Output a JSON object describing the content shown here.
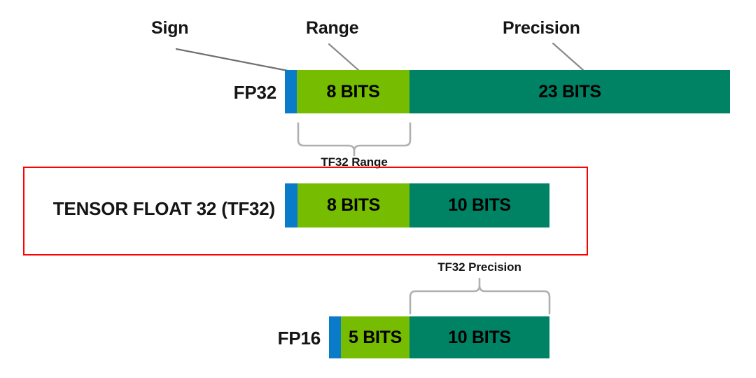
{
  "diagram": {
    "title_callouts": [
      {
        "name": "sign",
        "text": "Sign"
      },
      {
        "name": "range",
        "text": "Range"
      },
      {
        "name": "precision",
        "text": "Precision"
      }
    ],
    "rows": [
      {
        "id": "fp32",
        "label": "FP32",
        "segments": [
          {
            "kind": "sign",
            "text": ""
          },
          {
            "kind": "range",
            "text": "8 BITS"
          },
          {
            "kind": "precision",
            "text": "23 BITS"
          }
        ]
      },
      {
        "id": "tf32",
        "label": "TENSOR FLOAT 32 (TF32)",
        "segments": [
          {
            "kind": "sign",
            "text": ""
          },
          {
            "kind": "range",
            "text": "8 BITS"
          },
          {
            "kind": "precision",
            "text": "10 BITS"
          }
        ]
      },
      {
        "id": "fp16",
        "label": "FP16",
        "segments": [
          {
            "kind": "sign",
            "text": ""
          },
          {
            "kind": "range",
            "text": "5 BITS"
          },
          {
            "kind": "precision",
            "text": "10 BITS"
          }
        ]
      }
    ],
    "braces": [
      {
        "name": "tf32-range",
        "text": "TF32 Range"
      },
      {
        "name": "tf32-precision",
        "text": "TF32 Precision"
      }
    ],
    "colors": {
      "sign": "#0A7BC8",
      "range": "#76BC00",
      "precision": "#008264",
      "highlight": "#FF0000",
      "leader_line": "#808080",
      "text": "#151515",
      "background": "#FFFFFF"
    }
  }
}
